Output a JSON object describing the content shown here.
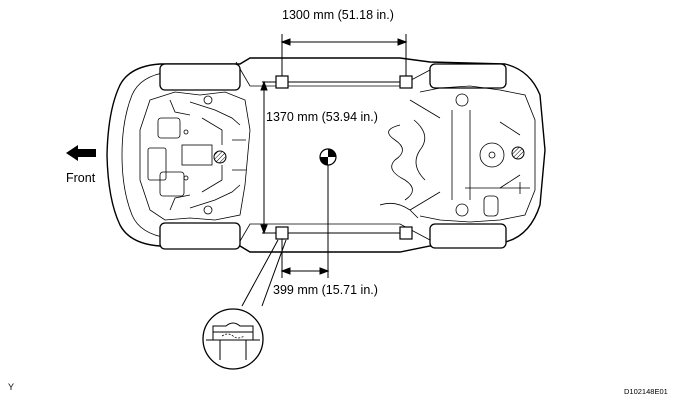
{
  "labels": {
    "dim_width": "1300 mm (51.18 in.)",
    "dim_length": "1370 mm (53.94 in.)",
    "dim_offset": "399 mm (15.71 in.)",
    "front": "Front",
    "corner_mark": "Y",
    "figure_code": "D102148E01"
  },
  "colors": {
    "line": "#000000",
    "background": "#ffffff",
    "hatch_fill": "#9a9a9a"
  }
}
